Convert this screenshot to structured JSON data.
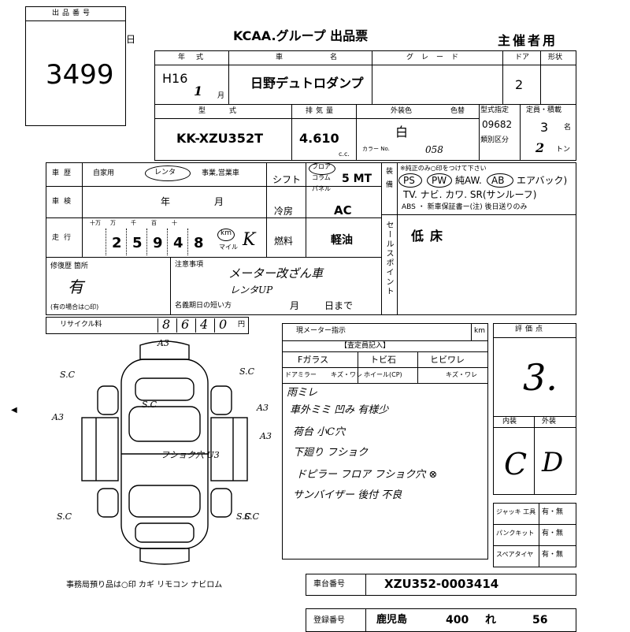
{
  "lot_box": {
    "label": "出品番号",
    "number": "3499"
  },
  "corner_mark": "日",
  "header": {
    "title": "KCAA.グループ 出品票",
    "right": "主催者用"
  },
  "row1": {
    "year_label": "年式",
    "year_value": "H16",
    "month_value": "1",
    "month_unit": "月",
    "name_label": "車名",
    "name_value": "日野デュトロダンプ",
    "grade_label": "グレード",
    "doors_label": "ドア",
    "doors_value": "2",
    "shape_label": "形状"
  },
  "row2": {
    "model_label": "型式",
    "model_value": "KK-XZU352T",
    "displacement_label": "排気量",
    "displacement_value": "4.610",
    "cc_unit": "c.c.",
    "color_label": "外装色",
    "color_number_label": "色替",
    "color_value": "白",
    "color_code_label": "カラー No.",
    "color_code_value": "058",
    "type_designation_label": "型式指定",
    "type_designation_value": "09682",
    "category_label": "類別区分",
    "capacity_label": "定員・積載",
    "capacity_persons": "3",
    "persons_unit": "名",
    "capacity_load": "2",
    "load_unit": "トン"
  },
  "row3": {
    "history_label": "車歴",
    "history_private": "自家用",
    "history_rental": "レンタ",
    "history_business": "事業,営業車",
    "shift_label": "シフト",
    "shift_opts": [
      "フロア",
      "コラム",
      "パネル"
    ],
    "shift_value": "5 MT",
    "equip_label": "装備",
    "equip_note": "※純正のみ○印をつけて下さい",
    "equip_line1": [
      "PS",
      "PW",
      "純AW.",
      "AB",
      "エアバック)"
    ],
    "equip_line2": "TV. ナビ. カワ. SR(サンルーフ)",
    "equip_line3": "ABS ・ 新車保証書ー(注) 後日送りのみ"
  },
  "row4": {
    "inspection_label": "車検",
    "year_unit": "年",
    "month_unit": "月",
    "ac_label": "冷房",
    "ac_value": "AC"
  },
  "row5": {
    "mileage_label": "走行",
    "digit_headers": [
      "十万",
      "万",
      "千",
      "百",
      "十",
      ""
    ],
    "digits": [
      "",
      "2",
      "5",
      "9",
      "4",
      "8"
    ],
    "unit_km": "km",
    "unit_mile": "マイル",
    "fuel_label": "燃料",
    "fuel_value": "軽油",
    "sales_point_label": "セールスポイント",
    "sales_point_value": "低床"
  },
  "repair": {
    "label": "修復歴 箇所",
    "value": "有",
    "note": "(有の場合は○印)",
    "caution_label": "注意事項",
    "caution_line1": "メーター改ざん車",
    "caution_line2": "レンタUP",
    "title_label": "名義期日の短い方",
    "month_unit": "月",
    "day_unit": "日まで"
  },
  "recycle": {
    "label": "リサイクル料",
    "digits": [
      "8",
      "6",
      "4",
      "0"
    ],
    "unit": "円"
  },
  "current_meter": {
    "label": "現メーター指示",
    "unit": "km"
  },
  "appraiser": {
    "header": "【査定員記入】",
    "cells": [
      "Fガラス",
      "トビ石",
      "ヒビワレ",
      "ドアミラー",
      "キズ・ワレ",
      "ホイール(CP)",
      "キズ・ワレ"
    ],
    "notes": [
      "雨ミレ",
      "車外ミミ 凹み 有様少",
      "荷台 小C穴",
      "下廻り フショク",
      "ドピラー フロア フショク穴 ⊗",
      "サンバイザー 後付 不良"
    ]
  },
  "grade": {
    "label": "評価点",
    "value": "3.",
    "interior_label": "内装",
    "exterior_label": "外装",
    "interior_value": "C",
    "exterior_value": "D"
  },
  "tools": [
    {
      "label": "ジャッキ 工具",
      "value": "有・無"
    },
    {
      "label": "パンクキット",
      "value": "有・無"
    },
    {
      "label": "スペアタイヤ",
      "value": "有・無"
    }
  ],
  "diagram_marks": [
    "A3",
    "S.C",
    "S.C",
    "A3",
    "A3",
    "A3",
    "S.C",
    "S.C",
    "S.C",
    "フショク穴 U3",
    "S.C"
  ],
  "footer": {
    "keys_note": "事務局預り品は○印 カギ リモコン ナビロム"
  },
  "chassis": {
    "label": "車台番号",
    "value": "XZU352-0003414"
  },
  "registration": {
    "label": "登録番号",
    "place": "鹿児島",
    "class": "400",
    "kana": "れ",
    "number": "56"
  }
}
